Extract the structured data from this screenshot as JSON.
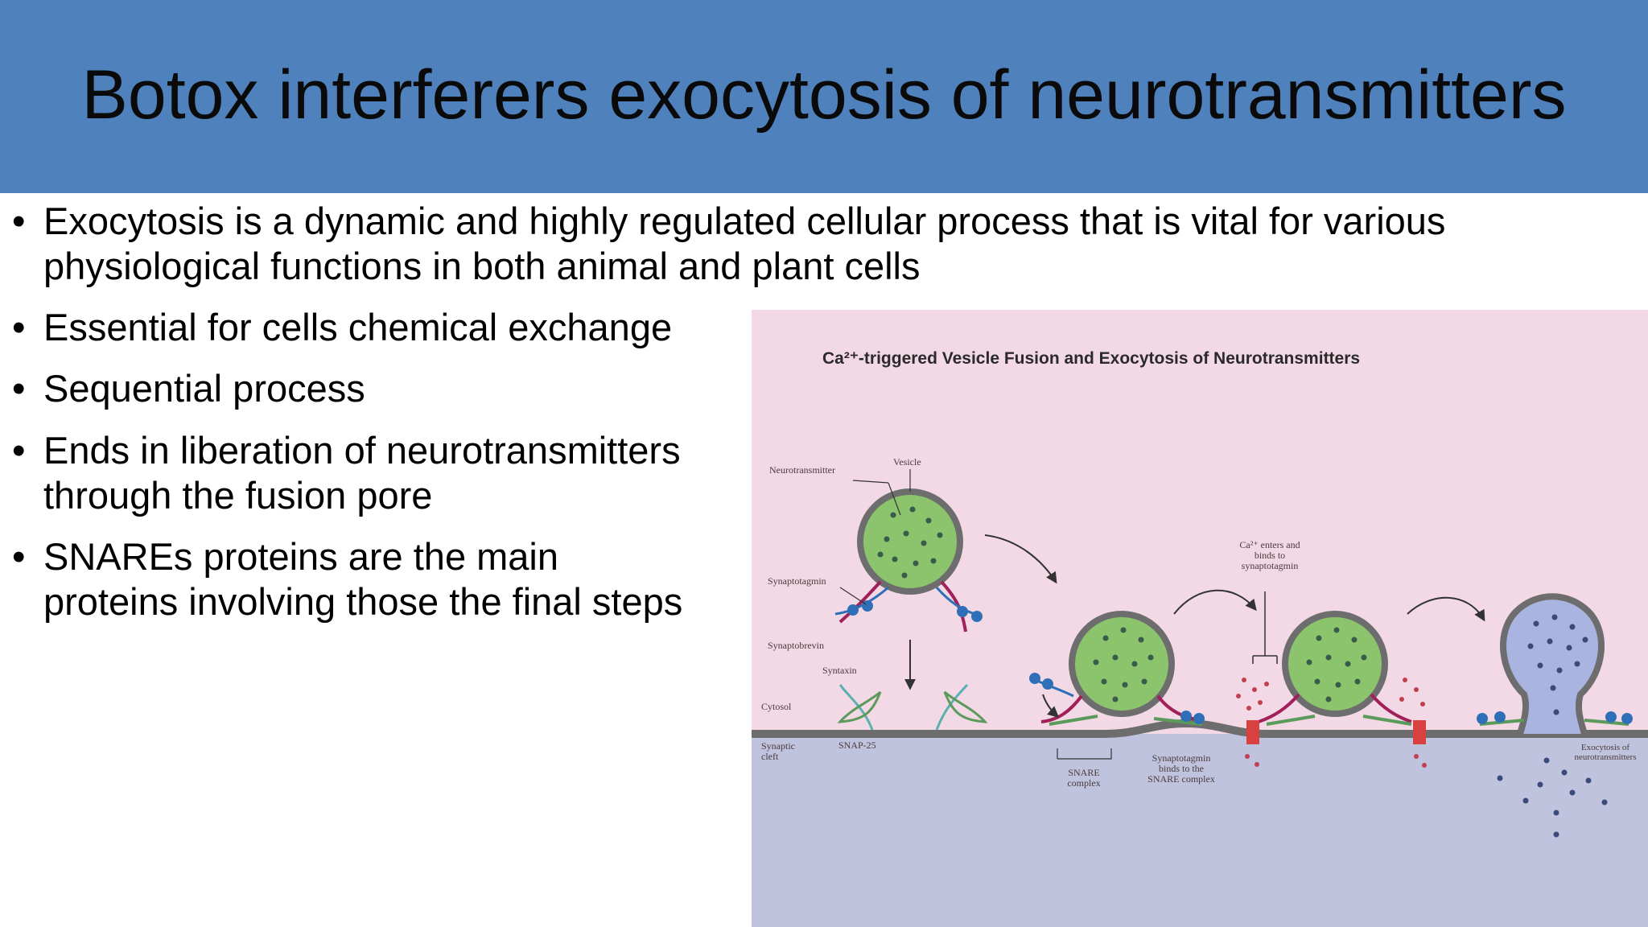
{
  "slide": {
    "title": "Botox interferers exocytosis of neurotransmitters",
    "header_color": "#4f81bd",
    "bullet_symbol": "•",
    "bullets": [
      {
        "line1": "Exocytosis is a dynamic and highly regulated cellular process that is vital for various",
        "line2": "physiological functions in both animal and plant cells"
      },
      {
        "line1": "Essential for cells chemical exchange"
      },
      {
        "line1": "Sequential process"
      },
      {
        "line1": "Ends in liberation of neurotransmitters",
        "line2": "through the fusion pore"
      },
      {
        "line1": "SNAREs proteins are the main",
        "line2": "proteins involving those the final steps"
      }
    ]
  },
  "figure": {
    "title": "Ca²⁺-triggered Vesicle Fusion and Exocytosis of Neurotransmitters",
    "colors": {
      "cytosol": "#f3d9e6",
      "cleft": "#c0c3de",
      "vesicle": "#8cc46d",
      "membrane": "#6d6d6d",
      "synaptotagmin": "#2e6fb8",
      "synaptobrevin": "#a0205a",
      "snap25": "#5a9a5a",
      "channel": "#d94040"
    },
    "labels": {
      "neurotransmitter": "Neurotransmitter",
      "vesicle": "Vesicle",
      "synaptotagmin": "Synaptotagmin",
      "synaptobrevin": "Synaptobrevin",
      "syntaxin": "Syntaxin",
      "cytosol": "Cytosol",
      "synaptic_cleft_1": "Synaptic",
      "synaptic_cleft_2": "cleft",
      "snap25": "SNAP-25",
      "snare_complex_1": "SNARE",
      "snare_complex_2": "complex",
      "syt_binds_1": "Synaptotagmin",
      "syt_binds_2": "binds to the",
      "syt_binds_3": "SNARE complex",
      "ca_enters_1": "Ca²⁺ enters and",
      "ca_enters_2": "binds to",
      "ca_enters_3": "synaptotagmin",
      "exocytosis_1": "Exocytosis of",
      "exocytosis_2": "neurotransmitters"
    }
  }
}
